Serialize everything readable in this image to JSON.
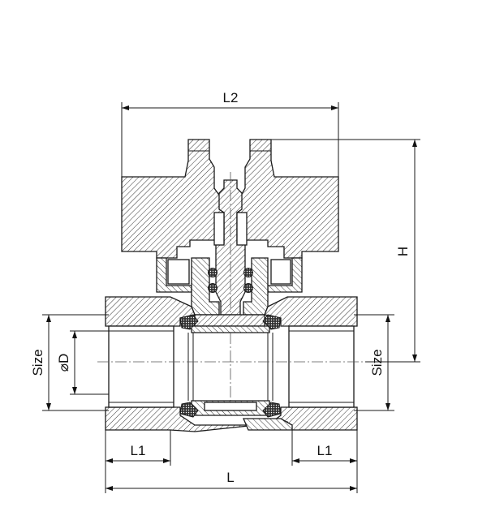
{
  "labels": {
    "l2": "L2",
    "h": "H",
    "size_left": "Size",
    "size_right": "Size",
    "diameter": "⌀D",
    "l1_left": "L1",
    "l1_right": "L1",
    "l": "L"
  }
}
